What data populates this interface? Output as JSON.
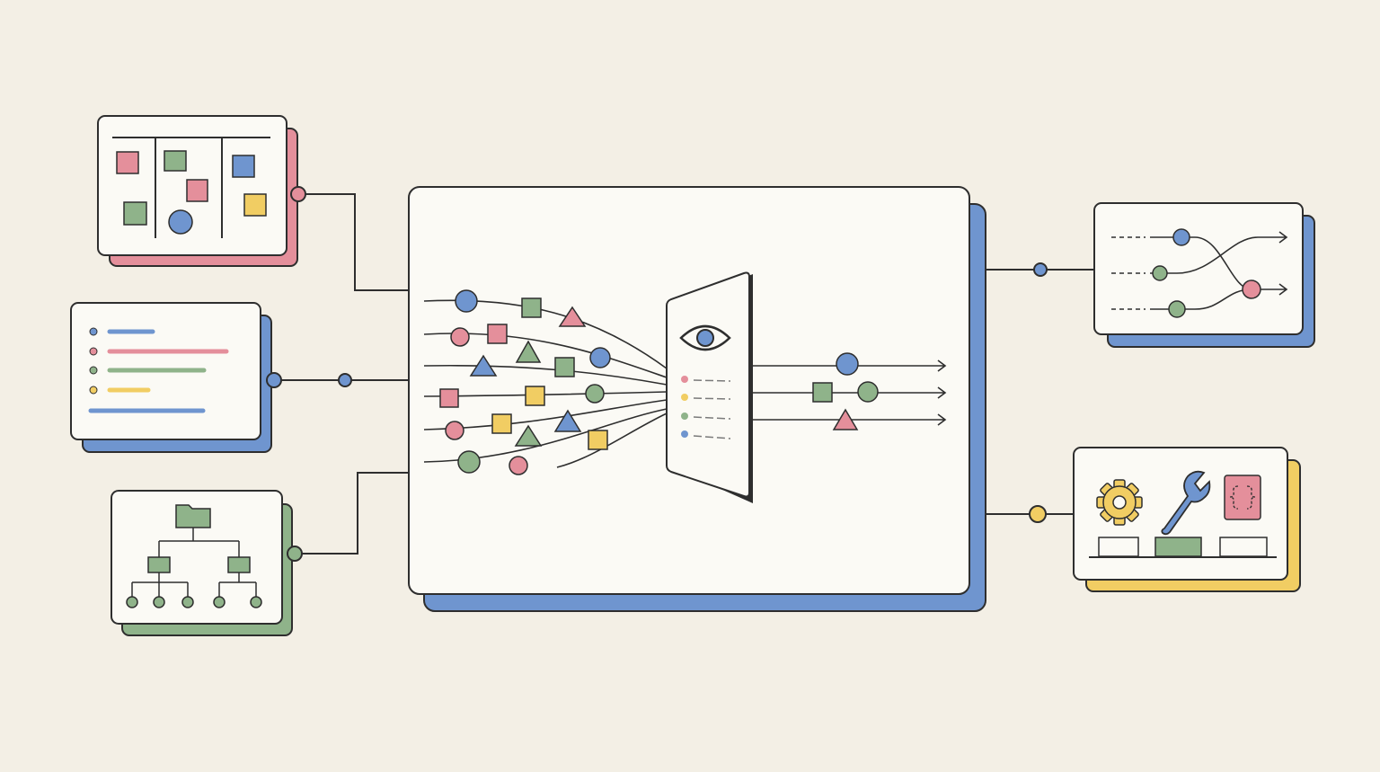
{
  "palette": {
    "background": "#f3efe5",
    "card": "#fbfaf5",
    "ink": "#2e2e2e",
    "gray": "#7a7a7a",
    "red": "#e48f9b",
    "green": "#8fb38a",
    "blue": "#6f95cf",
    "yellow": "#f1cd63"
  },
  "diagram": {
    "inputs": [
      {
        "name": "kanban-board-card",
        "shadow": "red",
        "icon": "sticky-notes-board-icon"
      },
      {
        "name": "list-card",
        "shadow": "blue",
        "icon": "bulleted-list-icon"
      },
      {
        "name": "folder-tree-card",
        "shadow": "green",
        "icon": "folder-hierarchy-icon"
      }
    ],
    "core": {
      "name": "filter-processor",
      "shadow": "blue",
      "icon": "eye-icon"
    },
    "stream_markers": {
      "colors": [
        "blue",
        "green",
        "red",
        "red",
        "red",
        "green",
        "blue",
        "blue",
        "green",
        "red",
        "yellow",
        "green",
        "red",
        "yellow",
        "green",
        "blue",
        "yellow",
        "green",
        "red"
      ]
    },
    "filtered_list_bullets": [
      "red",
      "yellow",
      "green",
      "blue"
    ],
    "outputs": [
      {
        "name": "routing-graph-card",
        "shadow": "blue",
        "icon": "crossing-flows-icon"
      },
      {
        "name": "tools-card",
        "shadow": "yellow",
        "icon": "gear-wrench-code-icon"
      }
    ],
    "connector_dots": [
      "red",
      "blue",
      "blue",
      "green",
      "blue",
      "yellow"
    ]
  }
}
